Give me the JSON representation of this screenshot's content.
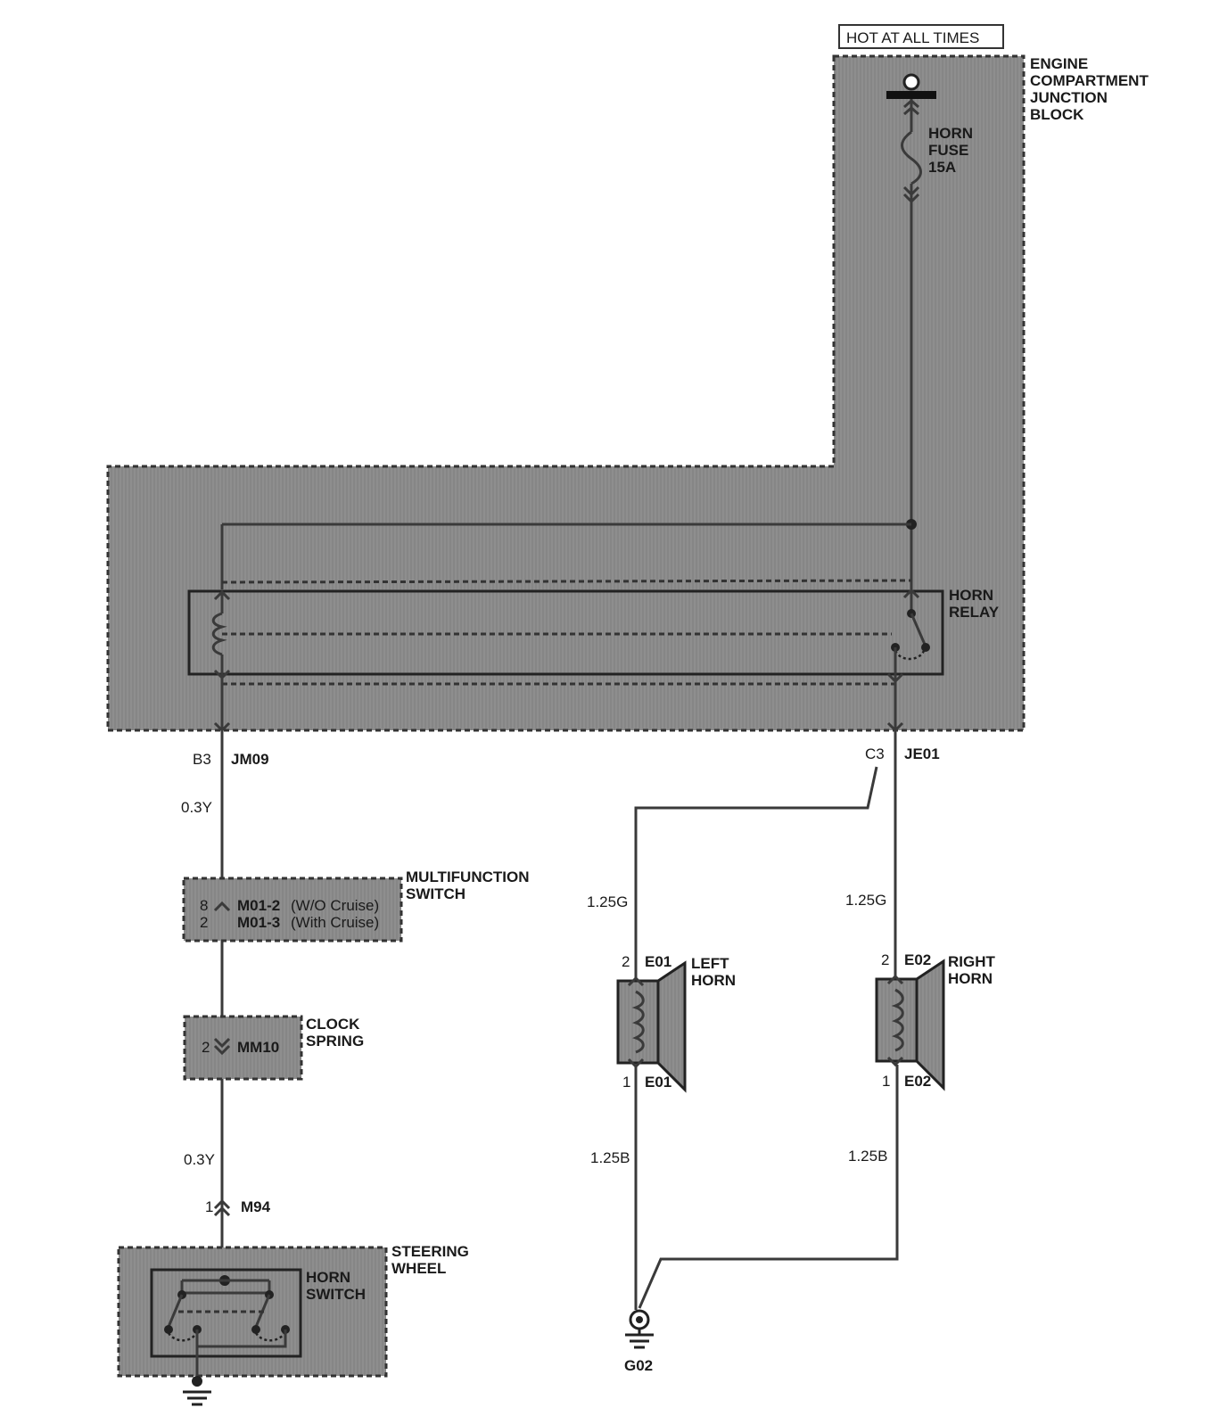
{
  "supply": {
    "label": "HOT AT ALL TIMES"
  },
  "junction_block": {
    "name_l1": "ENGINE",
    "name_l2": "COMPARTMENT",
    "name_l3": "JUNCTION",
    "name_l4": "BLOCK"
  },
  "fuse": {
    "l1": "HORN",
    "l2": "FUSE",
    "l3": "15A"
  },
  "relay": {
    "l1": "HORN",
    "l2": "RELAY"
  },
  "connectors": {
    "jm09_pin": "B3",
    "jm09": "JM09",
    "je01_pin": "C3",
    "je01": "JE01",
    "mfs_pin1": "8",
    "mfs_c1": "M01-2",
    "mfs_c1_note": "(W/O Cruise)",
    "mfs_pin2": "2",
    "mfs_c2": "M01-3",
    "mfs_c2_note": "(With Cruise)",
    "mm10_pin": "2",
    "mm10": "MM10",
    "m94_pin": "1",
    "m94": "M94",
    "e01_top_pin": "2",
    "e01_top": "E01",
    "e01_bot_pin": "1",
    "e01_bot": "E01",
    "e02_top_pin": "2",
    "e02_top": "E02",
    "e02_bot_pin": "1",
    "e02_bot": "E02"
  },
  "wires": {
    "w1": "0.3Y",
    "w2": "0.3Y",
    "w3": "1.25G",
    "w4": "1.25G",
    "w5": "1.25B",
    "w6": "1.25B"
  },
  "components": {
    "mfs_l1": "MULTIFUNCTION",
    "mfs_l2": "SWITCH",
    "clock_l1": "CLOCK",
    "clock_l2": "SPRING",
    "steer_l1": "STEERING",
    "steer_l2": "WHEEL",
    "hsw_l1": "HORN",
    "hsw_l2": "SWITCH",
    "lh_l1": "LEFT",
    "lh_l2": "HORN",
    "rh_l1": "RIGHT",
    "rh_l2": "HORN",
    "ground": "G02"
  },
  "colors": {
    "shade": "#8e8e8e",
    "wire": "#3a3a3a"
  }
}
